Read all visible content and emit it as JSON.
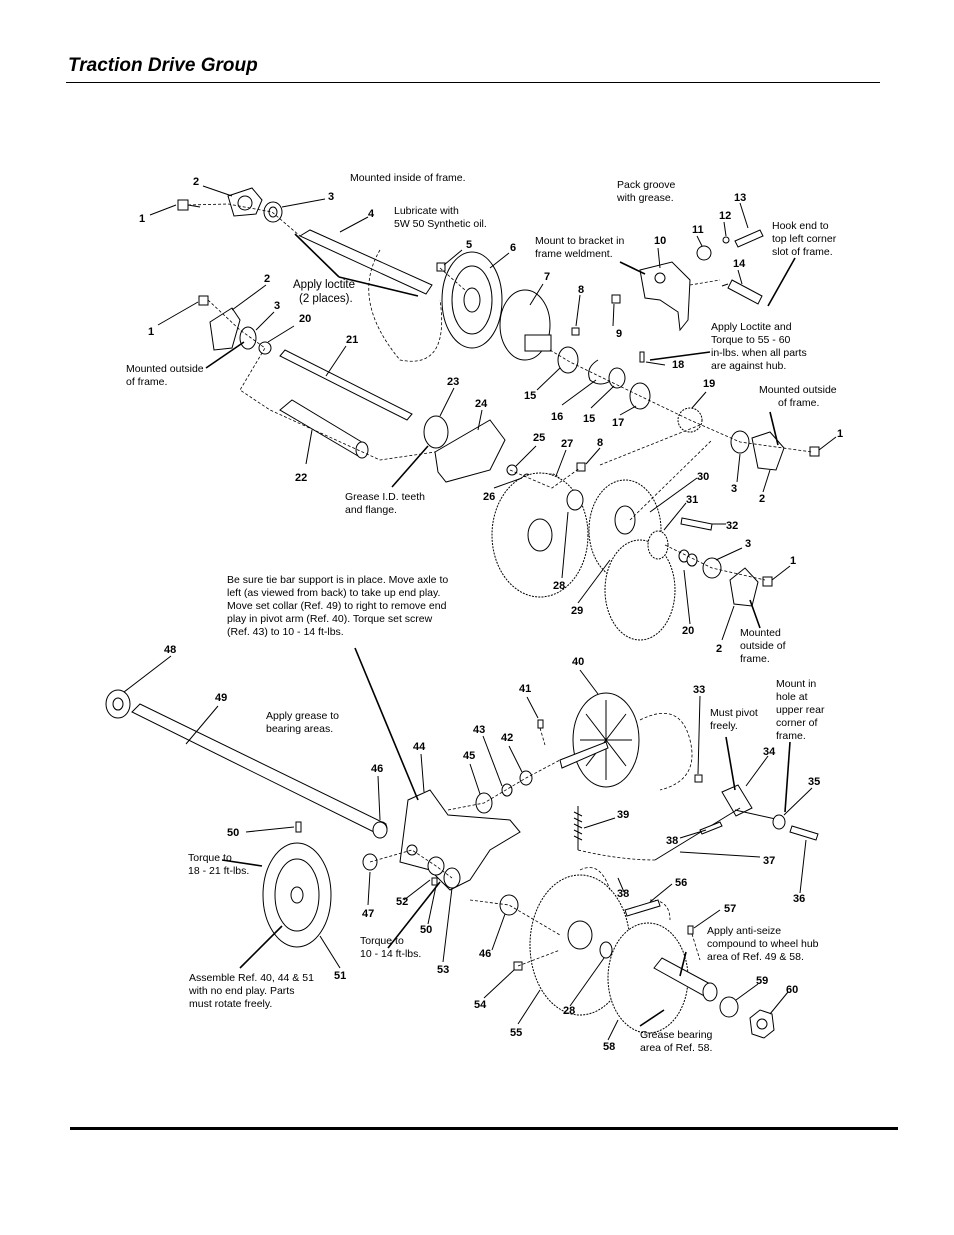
{
  "page": {
    "title": "Traction Drive Group"
  },
  "callouts": [
    {
      "n": "1"
    },
    {
      "n": "2"
    },
    {
      "n": "3"
    },
    {
      "n": "4"
    },
    {
      "n": "5"
    },
    {
      "n": "6"
    },
    {
      "n": "7"
    },
    {
      "n": "8"
    },
    {
      "n": "9"
    },
    {
      "n": "10"
    },
    {
      "n": "11"
    },
    {
      "n": "12"
    },
    {
      "n": "13"
    },
    {
      "n": "14"
    },
    {
      "n": "1"
    },
    {
      "n": "2"
    },
    {
      "n": "3"
    },
    {
      "n": "20"
    },
    {
      "n": "21"
    },
    {
      "n": "23"
    },
    {
      "n": "24"
    },
    {
      "n": "22"
    },
    {
      "n": "15"
    },
    {
      "n": "16"
    },
    {
      "n": "15"
    },
    {
      "n": "17"
    },
    {
      "n": "18"
    },
    {
      "n": "19"
    },
    {
      "n": "25"
    },
    {
      "n": "27"
    },
    {
      "n": "8"
    },
    {
      "n": "26"
    },
    {
      "n": "30"
    },
    {
      "n": "31"
    },
    {
      "n": "32"
    },
    {
      "n": "1"
    },
    {
      "n": "3"
    },
    {
      "n": "2"
    },
    {
      "n": "3"
    },
    {
      "n": "1"
    },
    {
      "n": "28"
    },
    {
      "n": "29"
    },
    {
      "n": "20"
    },
    {
      "n": "2"
    },
    {
      "n": "48"
    },
    {
      "n": "49"
    },
    {
      "n": "40"
    },
    {
      "n": "41"
    },
    {
      "n": "33"
    },
    {
      "n": "43"
    },
    {
      "n": "42"
    },
    {
      "n": "44"
    },
    {
      "n": "45"
    },
    {
      "n": "46"
    },
    {
      "n": "34"
    },
    {
      "n": "35"
    },
    {
      "n": "39"
    },
    {
      "n": "50"
    },
    {
      "n": "38"
    },
    {
      "n": "37"
    },
    {
      "n": "36"
    },
    {
      "n": "47"
    },
    {
      "n": "52"
    },
    {
      "n": "50"
    },
    {
      "n": "38"
    },
    {
      "n": "56"
    },
    {
      "n": "57"
    },
    {
      "n": "46"
    },
    {
      "n": "53"
    },
    {
      "n": "51"
    },
    {
      "n": "54"
    },
    {
      "n": "28"
    },
    {
      "n": "59"
    },
    {
      "n": "60"
    },
    {
      "n": "55"
    },
    {
      "n": "58"
    }
  ],
  "notes": {
    "mounted_inside": [
      "Mounted inside of frame."
    ],
    "lubricate": [
      "Lubricate with",
      "5W 50 Synthetic oil."
    ],
    "apply_loctite": [
      "Apply loctite",
      "(2 places)."
    ],
    "pack_groove": [
      "Pack groove",
      "with grease."
    ],
    "hook_end": [
      "Hook end to",
      "top left corner",
      "slot of frame."
    ],
    "mount_bracket": [
      "Mount to bracket in",
      "frame weldment."
    ],
    "mounted_outside_left": [
      "Mounted outside",
      "of frame."
    ],
    "loctite_torque": [
      "Apply Loctite and",
      "Torque to 55 - 60",
      "in-lbs. when all parts",
      "are against hub."
    ],
    "mounted_outside_right": [
      "Mounted outside",
      "of frame."
    ],
    "grease_teeth": [
      "Grease I.D. teeth",
      "and flange."
    ],
    "mounted_outside_bottom": [
      "Mounted",
      "outside of",
      "frame."
    ],
    "tie_bar": [
      "Be sure tie bar support is in place. Move axle to",
      "left (as viewed from back) to take up end play.",
      "Move set collar (Ref. 49) to right to remove end",
      "play in pivot arm (Ref. 40). Torque set screw",
      "(Ref. 43) to 10 - 14 ft-lbs."
    ],
    "apply_grease": [
      "Apply grease to",
      "bearing areas."
    ],
    "must_pivot": [
      "Must pivot",
      "freely."
    ],
    "mount_hole": [
      "Mount in",
      "hole at",
      "upper rear",
      "corner of",
      "frame."
    ],
    "torque_18": [
      "Torque to",
      "18 - 21 ft-lbs."
    ],
    "torque_10": [
      "Torque to",
      "10 - 14 ft-lbs."
    ],
    "anti_seize": [
      "Apply anti-seize",
      "compound to wheel hub",
      "area of Ref. 49 & 58."
    ],
    "assemble": [
      "Assemble Ref. 40, 44 & 51",
      "with no end play. Parts",
      "must rotate freely."
    ],
    "grease_bearing": [
      "Grease bearing",
      "area of Ref. 58."
    ]
  }
}
